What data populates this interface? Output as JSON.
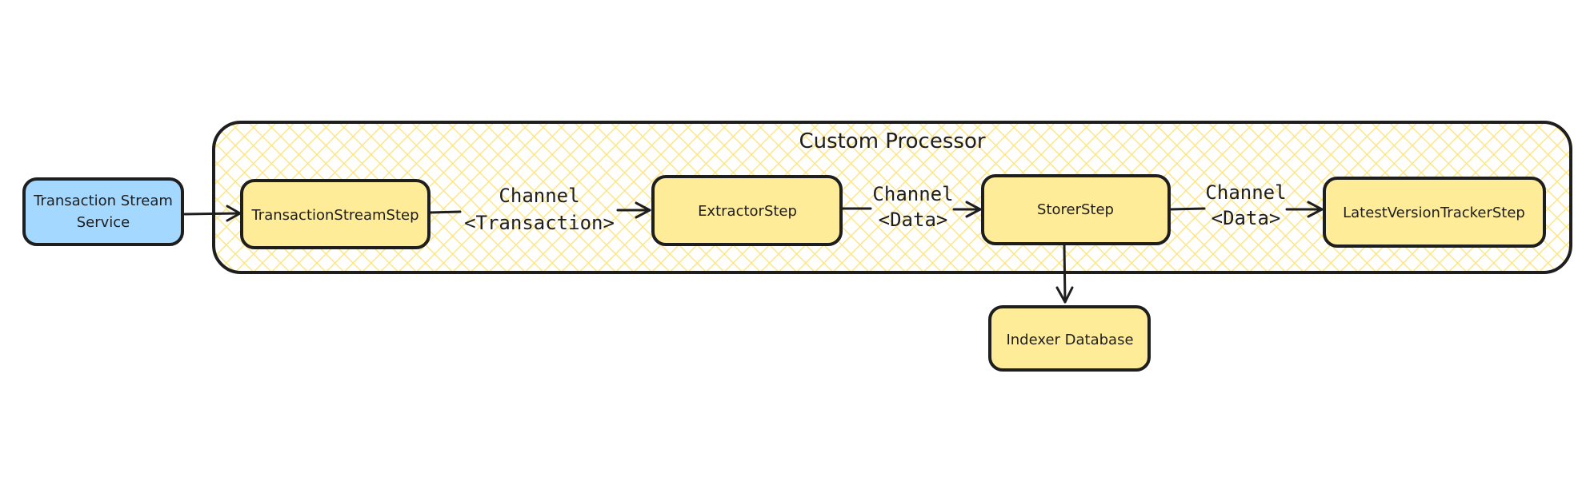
{
  "diagram": {
    "type": "flowchart",
    "colors": {
      "stroke": "#1e1e1e",
      "external_fill": "#a5d8ff",
      "step_fill": "#ffec99",
      "group_hatch": "#fde68a",
      "background": "#ffffff"
    },
    "group": {
      "id": "custom-processor",
      "label": "Custom Processor"
    },
    "nodes": [
      {
        "id": "transaction-stream-service",
        "lines": [
          "Transaction Stream",
          "Service"
        ],
        "kind": "external"
      },
      {
        "id": "transaction-stream-step",
        "lines": [
          "TransactionStreamStep"
        ],
        "kind": "step"
      },
      {
        "id": "extractor-step",
        "lines": [
          "ExtractorStep"
        ],
        "kind": "step"
      },
      {
        "id": "storer-step",
        "lines": [
          "StorerStep"
        ],
        "kind": "step"
      },
      {
        "id": "latest-version-tracker-step",
        "lines": [
          "LatestVersionTrackerStep"
        ],
        "kind": "step"
      },
      {
        "id": "indexer-database",
        "lines": [
          "Indexer Database"
        ],
        "kind": "step"
      }
    ],
    "edges": [
      {
        "from": "transaction-stream-service",
        "to": "transaction-stream-step",
        "label": []
      },
      {
        "from": "transaction-stream-step",
        "to": "extractor-step",
        "label": [
          "Channel",
          "<Transaction>"
        ]
      },
      {
        "from": "extractor-step",
        "to": "storer-step",
        "label": [
          "Channel",
          "<Data>"
        ]
      },
      {
        "from": "storer-step",
        "to": "latest-version-tracker-step",
        "label": [
          "Channel",
          "<Data>"
        ]
      },
      {
        "from": "storer-step",
        "to": "indexer-database",
        "label": []
      }
    ]
  }
}
